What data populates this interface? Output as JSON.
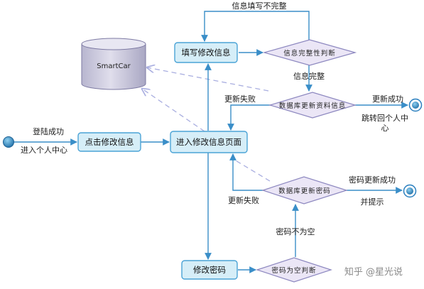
{
  "database": {
    "name": "SmartCar"
  },
  "nodes": {
    "login_edge_top": "登陆成功",
    "login_edge_bottom": "进入个人中心",
    "click_modify": "点击修改信息",
    "enter_modify_page": "进入修改信息页面",
    "fill_modify": "填写修改信息",
    "modify_password": "修改密码"
  },
  "decisions": {
    "info_complete_check": "信息完整性判断",
    "db_update_info": "数据库更新资料信息",
    "db_update_password": "数据库更新密码",
    "password_empty_check": "密码为空判断"
  },
  "edge_labels": {
    "info_incomplete": "信息填写不完整",
    "info_complete": "信息完整",
    "update_fail_1": "更新失败",
    "update_success": "更新成功",
    "jump_personal_1": "跳转回个人中",
    "jump_personal_2": "心",
    "password_update_success": "密码更新成功",
    "and_prompt": "并提示",
    "update_fail_2": "更新失败",
    "password_not_empty": "密码不为空"
  },
  "watermark": "知乎 @星光说",
  "colors": {
    "box_fill": "#d6eef8",
    "box_stroke": "#4aa3d6",
    "arrow": "#3a8ec8",
    "dashed": "#a9aee0",
    "diamond_fill": "#ebe6f6",
    "diamond_stroke": "#8c87bf",
    "db_fill": "#c9c7db"
  }
}
